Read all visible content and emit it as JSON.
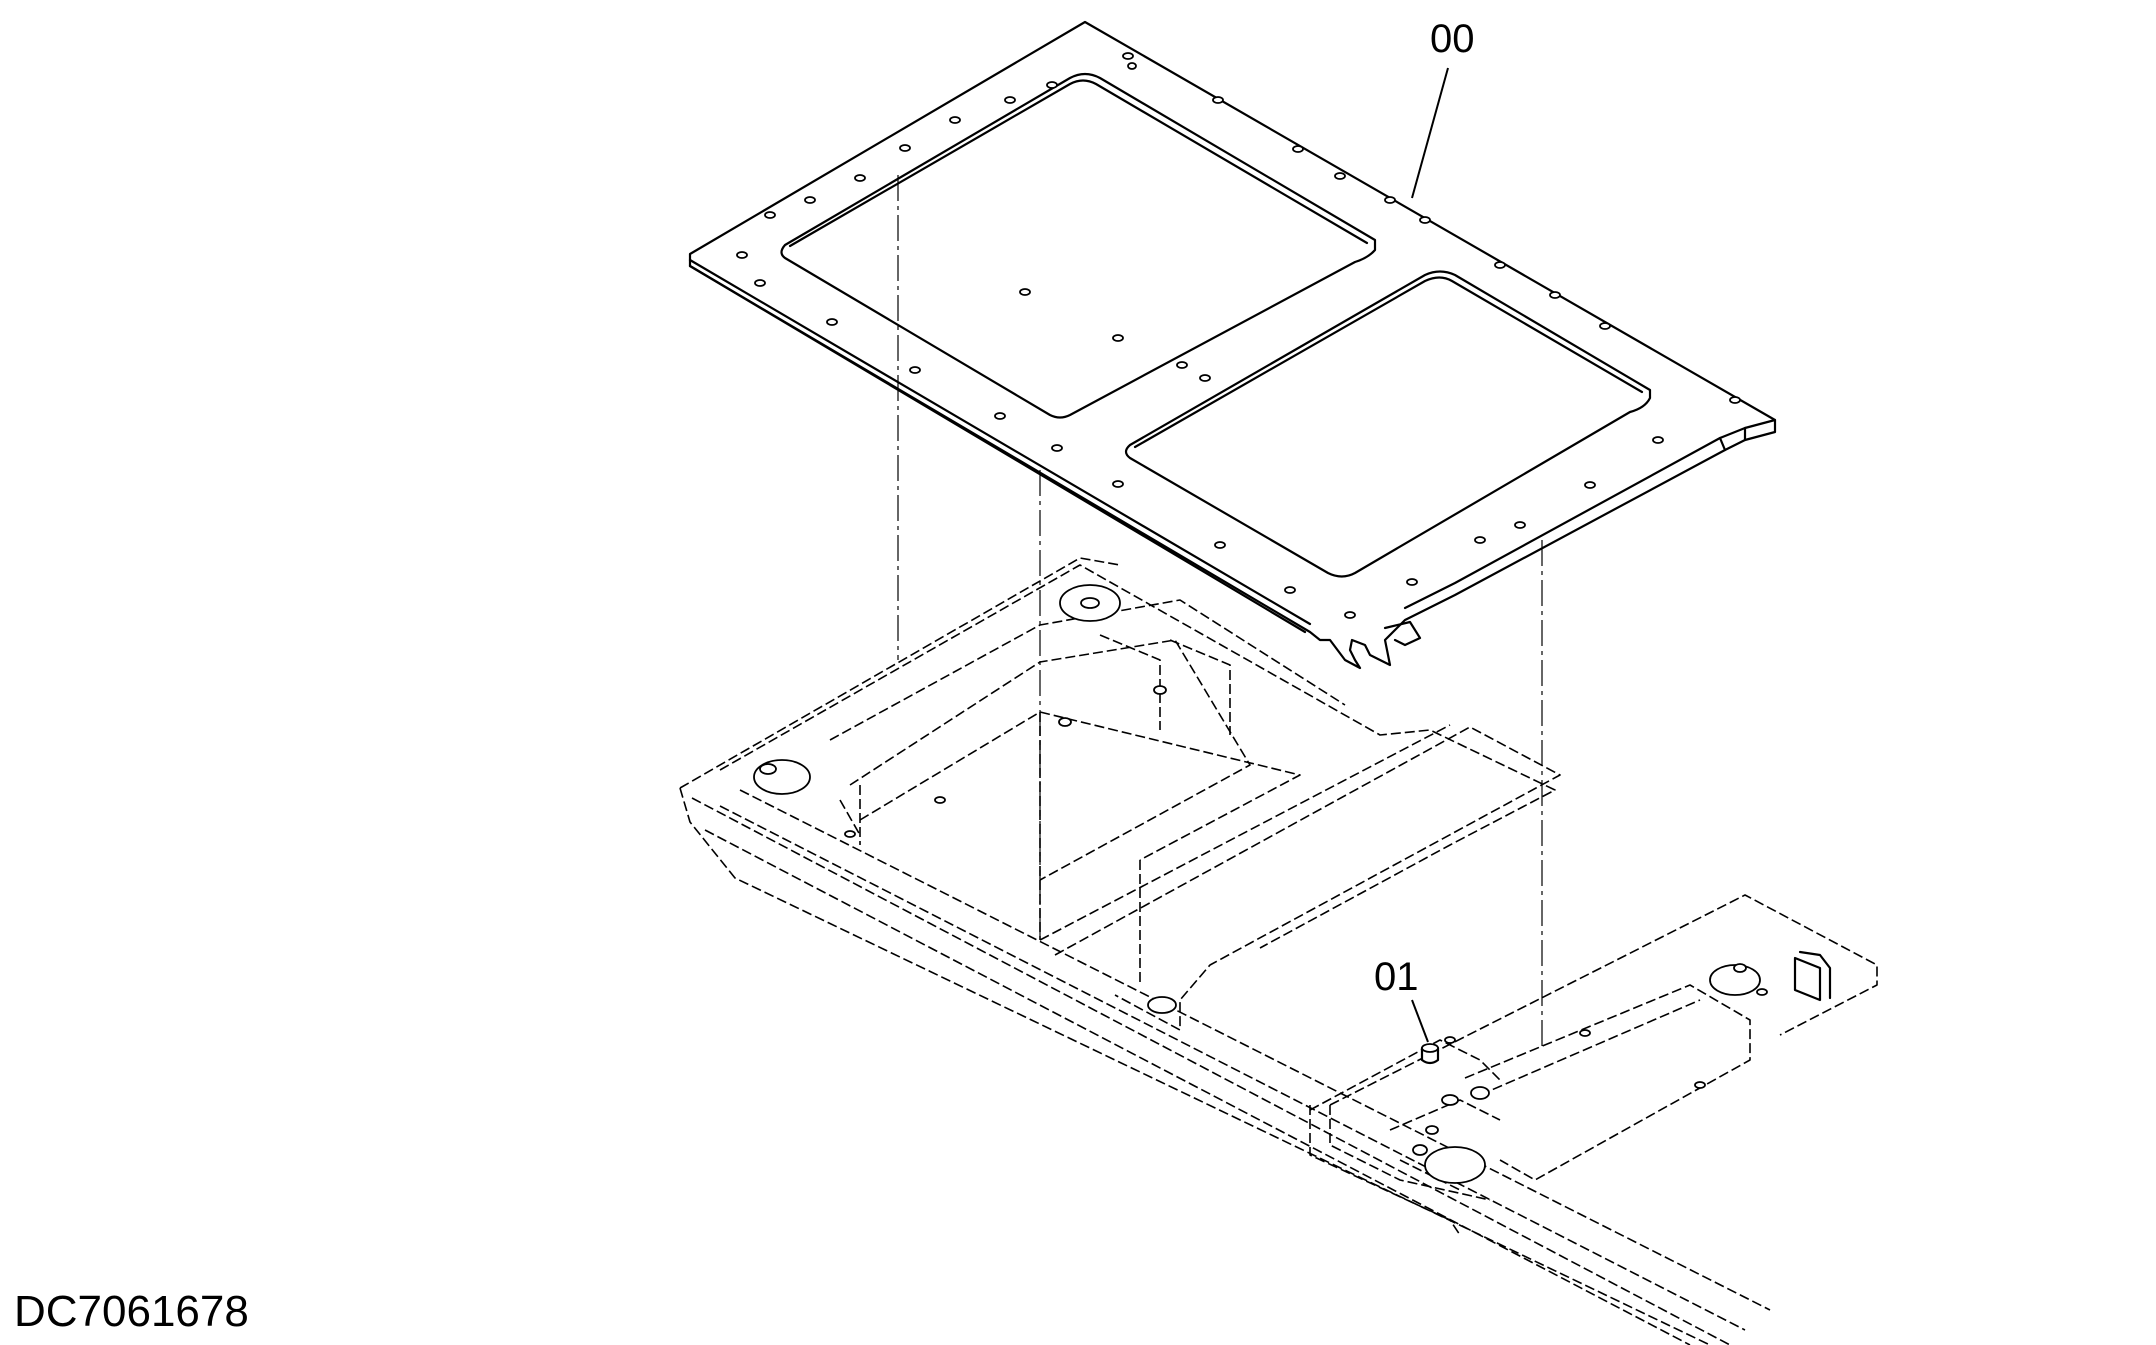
{
  "diagram": {
    "drawing_id": "DC7061678",
    "callouts": [
      {
        "id": "part-00",
        "label": "00"
      },
      {
        "id": "part-01",
        "label": "01"
      }
    ],
    "line_color": "#000000",
    "background_color": "#ffffff"
  }
}
